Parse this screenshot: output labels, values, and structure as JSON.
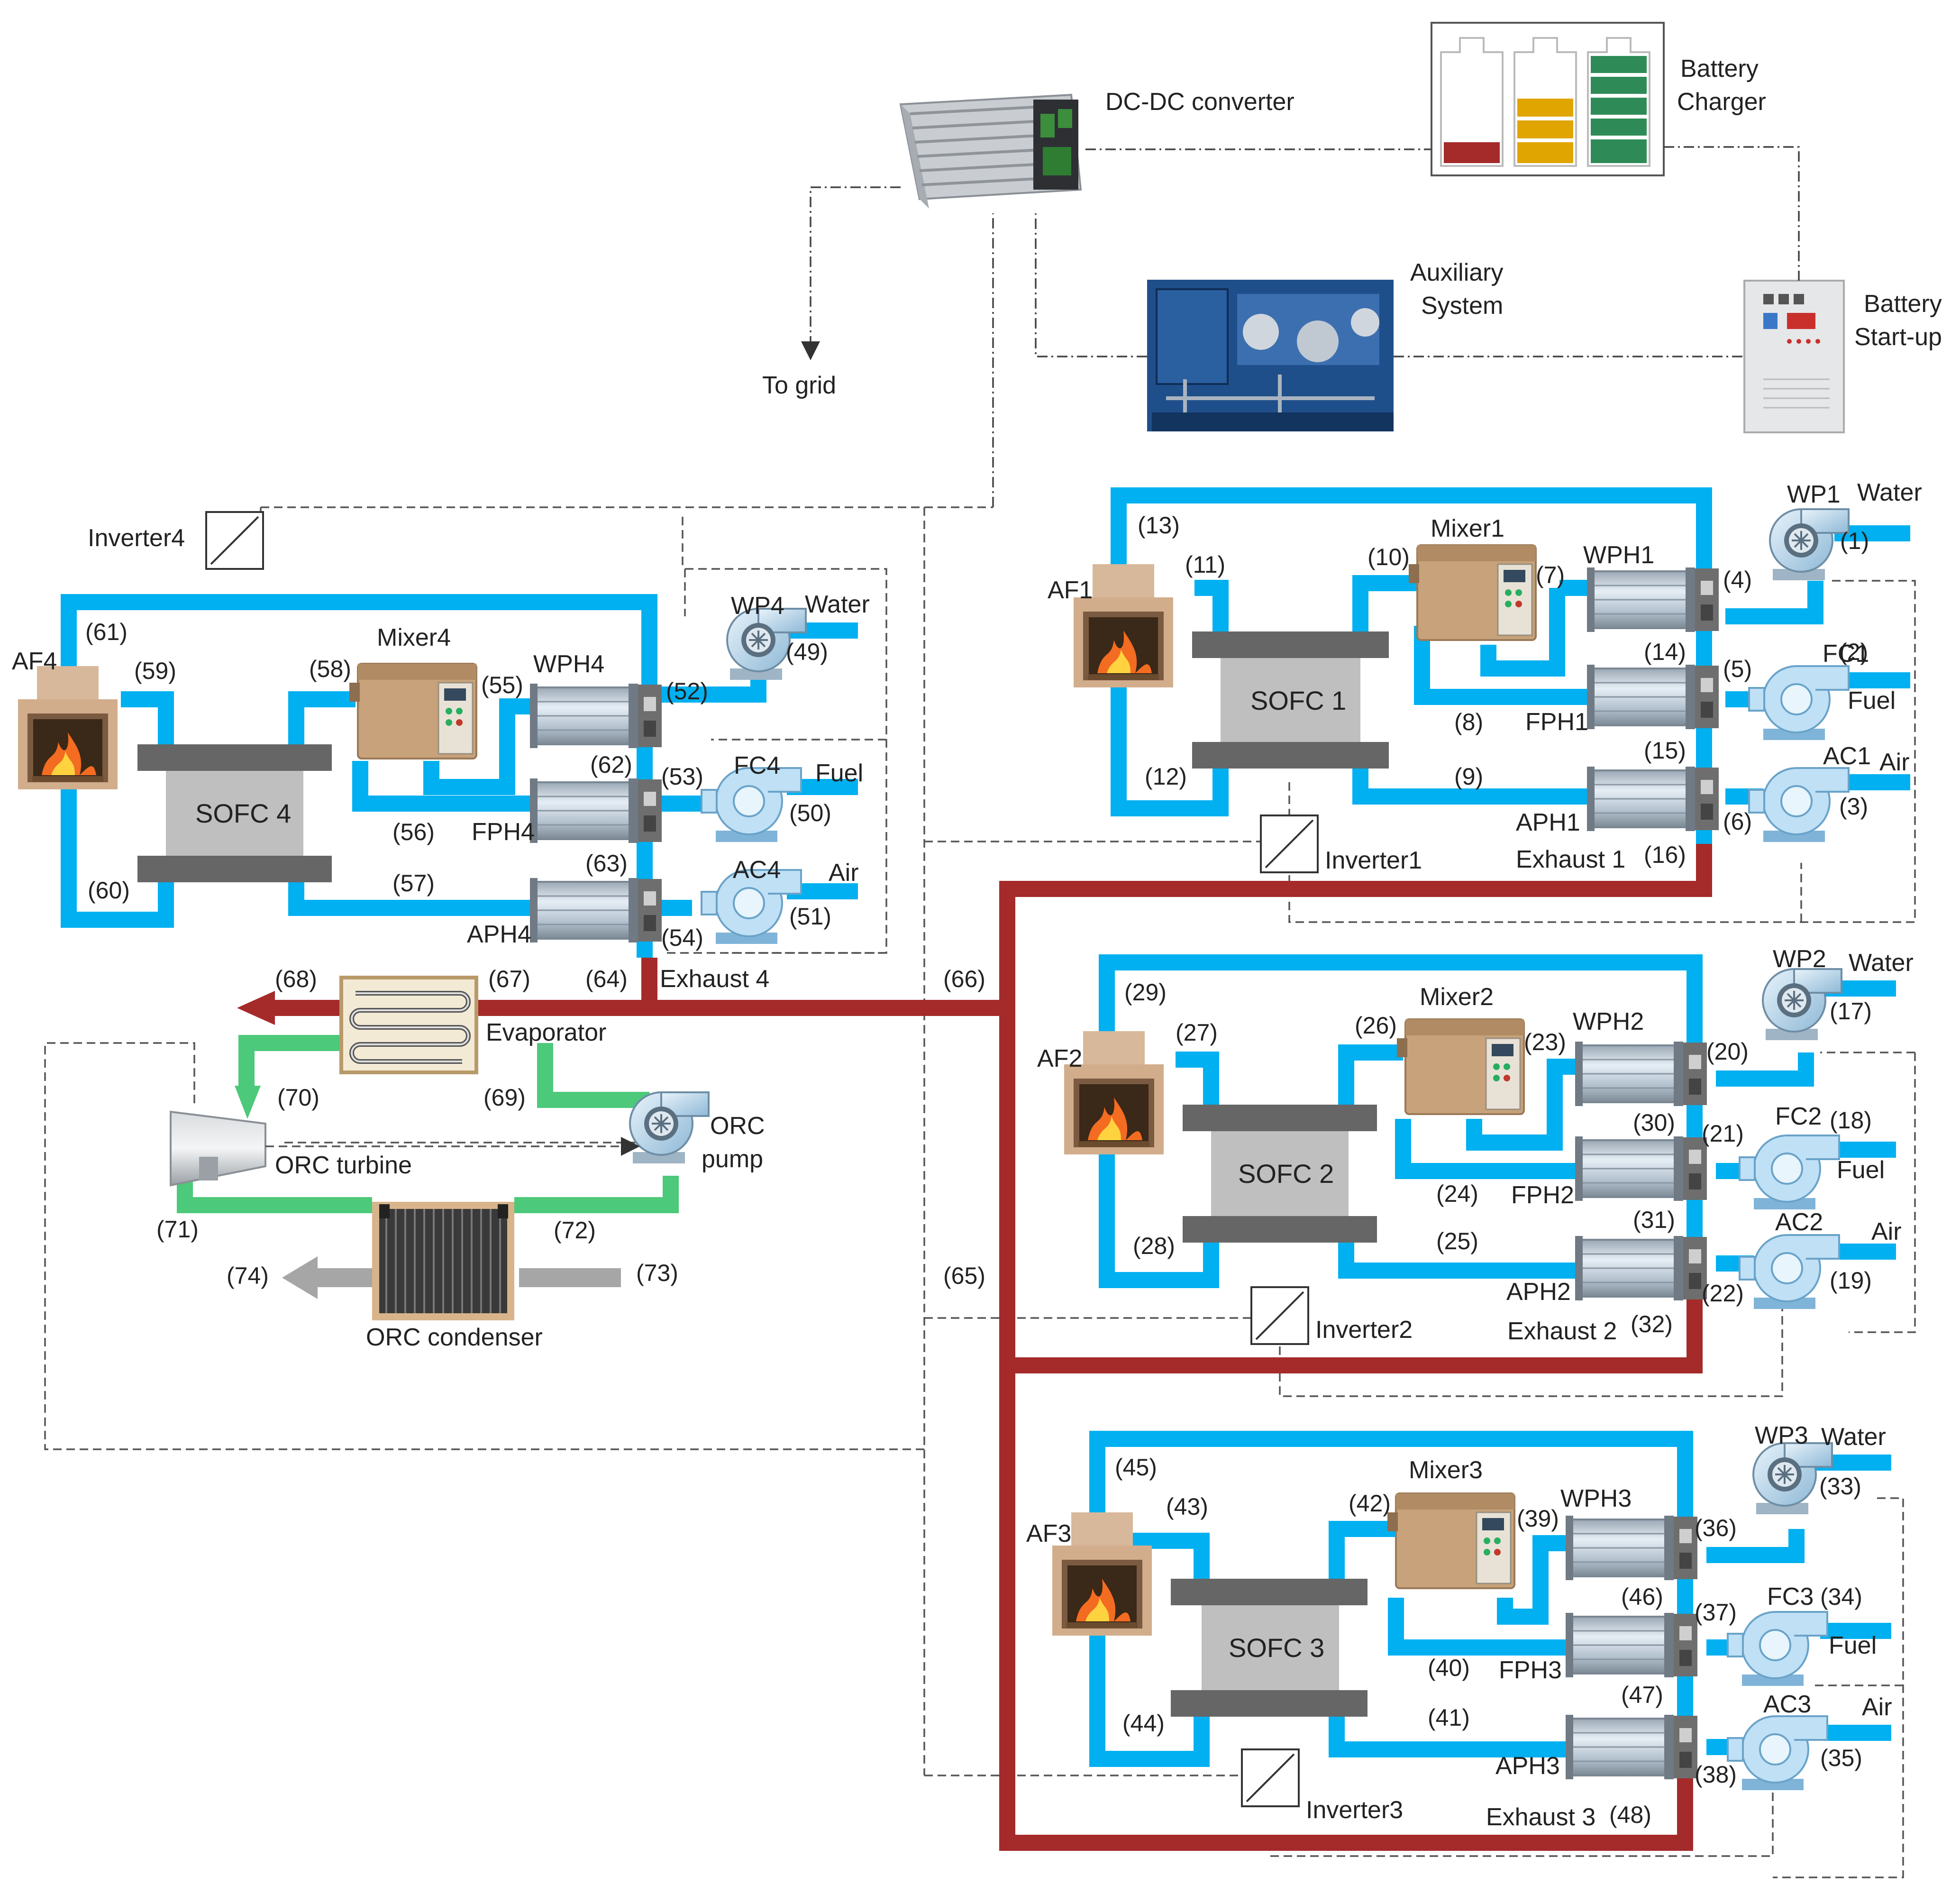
{
  "colors": {
    "fluid_pipe": "#00b0f0",
    "exhaust_pipe": "#a52a2a",
    "orc_pipe": "#4cc97a",
    "condenser_flow": "#a6a6a6",
    "sofc_plate": "#666666",
    "sofc_body": "#bfbfbf",
    "battery_red": "#a52a2a",
    "battery_yellow": "#e0a500",
    "battery_green": "#2e8b57"
  },
  "top": {
    "dcdc": "DC-DC converter",
    "battery_charger_1": "Battery",
    "battery_charger_2": "Charger",
    "auxiliary_1": "Auxiliary",
    "auxiliary_2": "System",
    "startup_1": "Battery",
    "startup_2": "Start-up",
    "to_grid": "To grid"
  },
  "unit1": {
    "sofc": "SOFC 1",
    "af": "AF1",
    "mixer": "Mixer1",
    "wph": "WPH1",
    "fph": "FPH1",
    "aph": "APH1",
    "wp": "WP1",
    "fc": "FC1",
    "ac": "AC1",
    "inverter": "Inverter1",
    "exhaust": "Exhaust 1",
    "water": "Water",
    "fuel": "Fuel",
    "air": "Air",
    "states": [
      "(1)",
      "(2)",
      "(3)",
      "(4)",
      "(5)",
      "(6)",
      "(7)",
      "(8)",
      "(9)",
      "(10)",
      "(11)",
      "(12)",
      "(13)",
      "(14)",
      "(15)",
      "(16)"
    ]
  },
  "unit2": {
    "sofc": "SOFC 2",
    "af": "AF2",
    "mixer": "Mixer2",
    "wph": "WPH2",
    "fph": "FPH2",
    "aph": "APH2",
    "wp": "WP2",
    "fc": "FC2",
    "ac": "AC2",
    "inverter": "Inverter2",
    "exhaust": "Exhaust 2",
    "water": "Water",
    "fuel": "Fuel",
    "air": "Air",
    "states": [
      "(17)",
      "(18)",
      "(19)",
      "(20)",
      "(21)",
      "(22)",
      "(23)",
      "(24)",
      "(25)",
      "(26)",
      "(27)",
      "(28)",
      "(29)",
      "(30)",
      "(31)",
      "(32)"
    ]
  },
  "unit3": {
    "sofc": "SOFC 3",
    "af": "AF3",
    "mixer": "Mixer3",
    "wph": "WPH3",
    "fph": "FPH3",
    "aph": "APH3",
    "wp": "WP3",
    "fc": "FC3",
    "ac": "AC3",
    "inverter": "Inverter3",
    "exhaust": "Exhaust 3",
    "water": "Water",
    "fuel": "Fuel",
    "air": "Air",
    "states": [
      "(33)",
      "(34)",
      "(35)",
      "(36)",
      "(37)",
      "(38)",
      "(39)",
      "(40)",
      "(41)",
      "(42)",
      "(43)",
      "(44)",
      "(45)",
      "(46)",
      "(47)",
      "(48)"
    ]
  },
  "unit4": {
    "sofc": "SOFC 4",
    "af": "AF4",
    "mixer": "Mixer4",
    "wph": "WPH4",
    "fph": "FPH4",
    "aph": "APH4",
    "wp": "WP4",
    "fc": "FC4",
    "ac": "AC4",
    "inverter": "Inverter4",
    "exhaust": "Exhaust 4",
    "water": "Water",
    "fuel": "Fuel",
    "air": "Air",
    "states": [
      "(49)",
      "(50)",
      "(51)",
      "(52)",
      "(53)",
      "(54)",
      "(55)",
      "(56)",
      "(57)",
      "(58)",
      "(59)",
      "(60)",
      "(61)",
      "(62)",
      "(63)",
      "(64)"
    ]
  },
  "orc": {
    "evaporator": "Evaporator",
    "turbine": "ORC turbine",
    "pump_1": "ORC",
    "pump_2": "pump",
    "condenser": "ORC condenser",
    "states": [
      "(65)",
      "(66)",
      "(67)",
      "(68)",
      "(69)",
      "(70)",
      "(71)",
      "(72)",
      "(73)",
      "(74)"
    ]
  },
  "icons": {
    "heat_exchanger": "heat-exchanger-icon",
    "pump": "pump-icon",
    "compressor": "compressor-icon",
    "furnace": "afterburner-icon",
    "mixer": "mixer-icon",
    "inverter": "inverter-icon"
  }
}
